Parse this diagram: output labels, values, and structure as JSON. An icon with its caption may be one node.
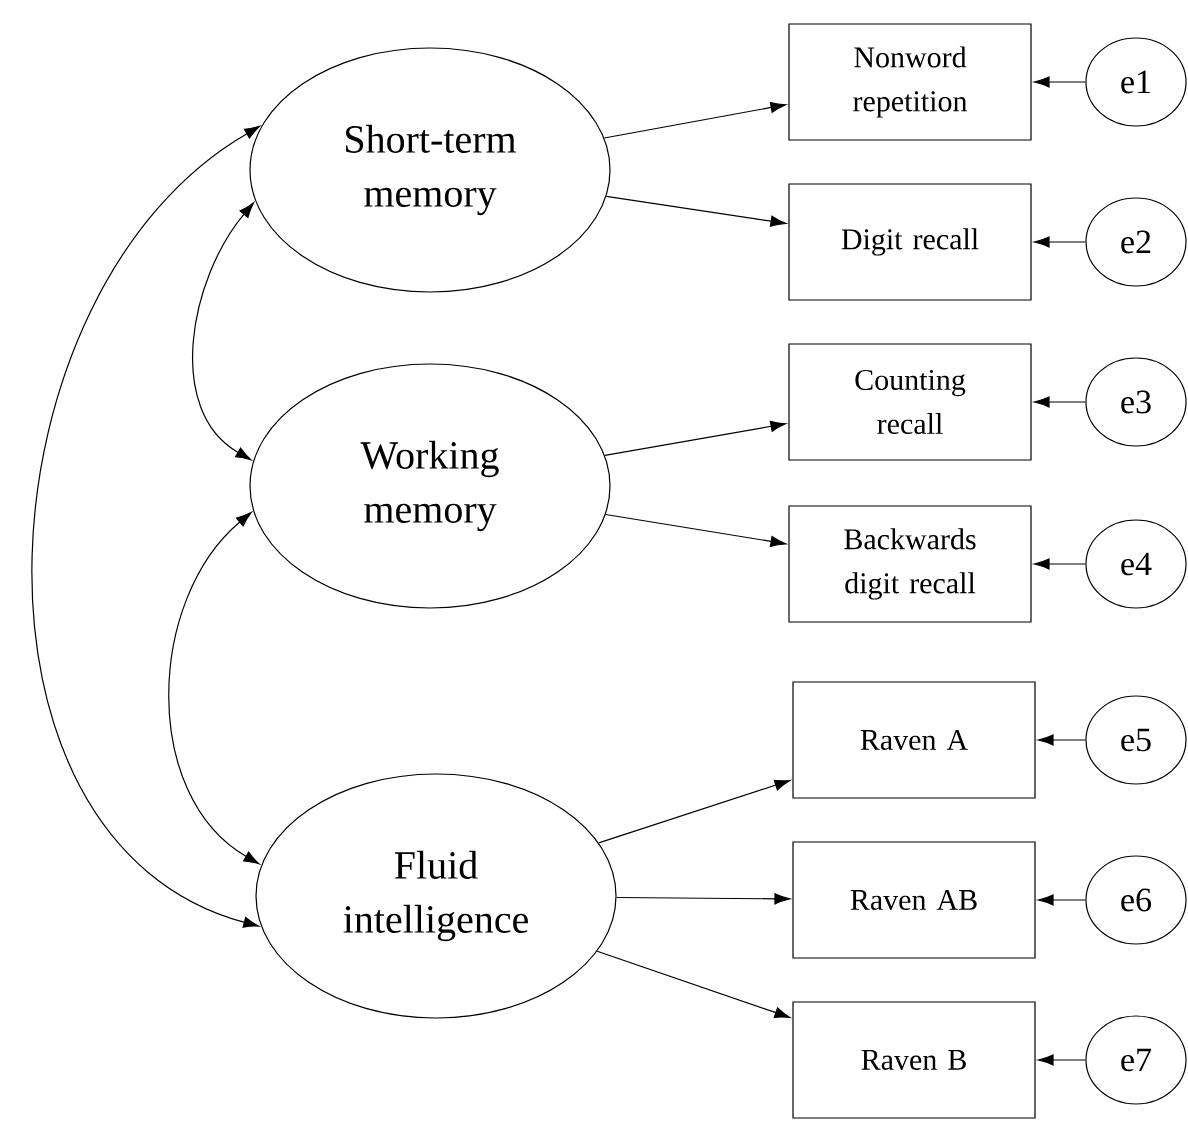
{
  "diagram": {
    "nodes": [
      {
        "text": [
          "Short-term memory"
        ]
      },
      {
        "text": [
          "Working memory"
        ]
      },
      {
        "text": [
          "Fluid intelligence"
        ]
      },
      {
        "text": [
          "Nonword repetition"
        ]
      },
      {
        "text": [
          "Digit recall"
        ]
      },
      {
        "text": [
          "Counting recall"
        ]
      },
      {
        "text": [
          "Backwards digit recall"
        ]
      },
      {
        "text": [
          "Raven A"
        ]
      },
      {
        "text": [
          "Raven AB"
        ]
      },
      {
        "text": [
          "Raven B"
        ]
      },
      {
        "text": [
          "e1"
        ]
      },
      {
        "text": [
          "e2"
        ]
      },
      {
        "text": [
          "e3"
        ]
      },
      {
        "text": [
          "e4"
        ]
      },
      {
        "text": [
          "e5"
        ]
      },
      {
        "text": [
          "e6"
        ]
      },
      {
        "text": [
          "e7"
        ]
      }
    ],
    "edges": [
      {
        "from": 0,
        "to": 1,
        "arrow": "both"
      },
      {
        "from": 1,
        "to": 2,
        "arrow": "both"
      },
      {
        "from": 0,
        "to": 2,
        "arrow": "both"
      },
      {
        "from": 0,
        "to": 3,
        "arrow": "to"
      },
      {
        "from": 0,
        "to": 4,
        "arrow": "to"
      },
      {
        "from": 1,
        "to": 5,
        "arrow": "to"
      },
      {
        "from": 1,
        "to": 6,
        "arrow": "to"
      },
      {
        "from": 2,
        "to": 7,
        "arrow": "to"
      },
      {
        "from": 2,
        "to": 8,
        "arrow": "to"
      },
      {
        "from": 2,
        "to": 9,
        "arrow": "to"
      },
      {
        "from": 10,
        "to": 3,
        "arrow": "to"
      },
      {
        "from": 11,
        "to": 4,
        "arrow": "to"
      },
      {
        "from": 12,
        "to": 5,
        "arrow": "to"
      },
      {
        "from": 13,
        "to": 6,
        "arrow": "to"
      },
      {
        "from": 14,
        "to": 7,
        "arrow": "to"
      },
      {
        "from": 15,
        "to": 8,
        "arrow": "to"
      },
      {
        "from": 16,
        "to": 9,
        "arrow": "to"
      }
    ]
  }
}
